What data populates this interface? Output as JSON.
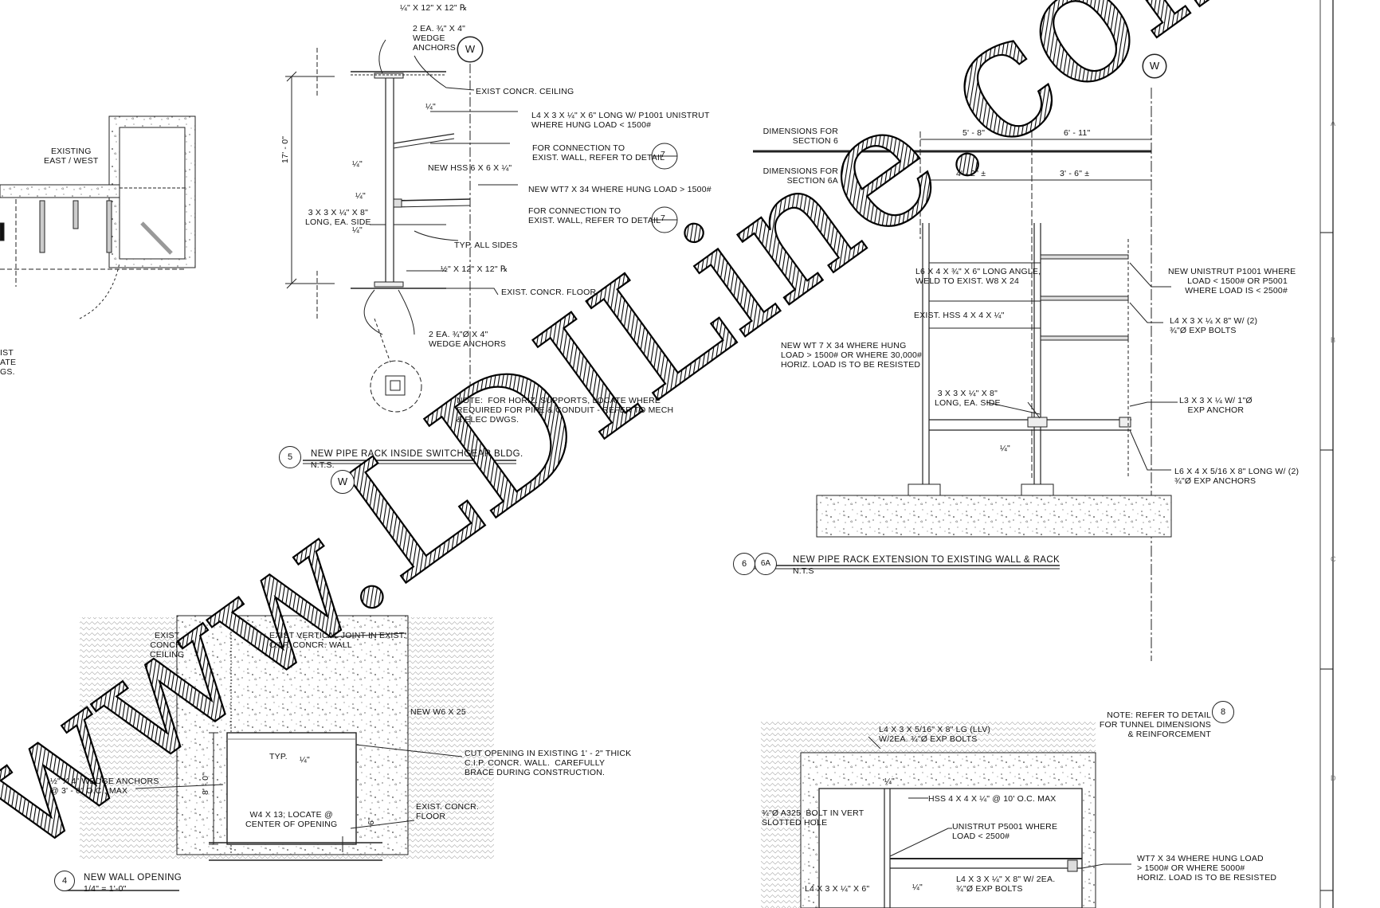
{
  "sheet_side_labels": [
    "A",
    "B",
    "C",
    "D"
  ],
  "detail_5": {
    "title": "NEW PIPE RACK INSIDE SWITCHGEAR BLDG.",
    "scale": "N.T.S.",
    "number": "5",
    "bubble": "W",
    "notes": {
      "top_plate": "¼\" x 12\" x 12\" ℞",
      "wedge_top": "2 ea. ¾\" x 4\"\nWEDGE\nANCHORS",
      "ceiling": "EXIST CONCR. CEILING",
      "l4_angle": "L4 x 3 x ¼\" x 6\" LONG W/ P1001 UNISTRUT\nWHERE HUNG LOAD < 1500#",
      "conn_1": "FOR CONNECTION TO\nEXIST. WALL, REFER TO DETAIL",
      "hss": "NEW HSS 6 x 6 x ¼\"",
      "wt7": "NEW WT7 x 34 WHERE HUNG LOAD > 1500#",
      "conn_2": "FOR CONNECTION TO\nEXIST. WALL, REFER TO DETAIL",
      "angle_side": "3 x 3 x ¼\" x 8\"\nLONG, EA. SIDE",
      "typ_all": "TYP. ALL SIDES",
      "bottom_plate": "½\" x 12\" x 12\" ℞",
      "floor": "EXIST. CONCR. FLOOR",
      "wedge_bottom": "2 ea. ¾\"Ø x 4\"\nWEDGE ANCHORS",
      "height_dim": "17' - 0\"",
      "weld_1": "¼\"",
      "weld_2": "¼\"",
      "weld_3": "¼\"",
      "weld_4": "¼\"",
      "note_horiz": "NOTE:  FOR HORIZ. SUPPORTS, LOCATE WHERE\nREQUIRED FOR PIPE & CONDUIT - REFER TO MECH\n& ELEC DWGS.",
      "detail_ref": "7"
    }
  },
  "left_fragment": {
    "existing": "EXISTING\nEAST / WEST",
    "cut_text": "IST\nATE\nGS."
  },
  "detail_6": {
    "title": "NEW PIPE RACK EXTENSION TO EXISTING WALL & RACK",
    "scale": "N.T.S",
    "number_a": "6",
    "number_b": "6A",
    "bubble": "W",
    "dim_sec6_label": "DIMENSIONS FOR\nSECTION 6",
    "dim_sec6a_label": "DIMENSIONS FOR\nSECTION 6A",
    "dim_6_left": "5' - 8\"",
    "dim_6_right": "6' - 11\"",
    "dim_6a_left": "4' - 2\" ±",
    "dim_6a_right": "3' - 6\" ±",
    "notes": {
      "angle_long": "L6 x 4 x ¾\" x 6\" LONG ANGLE,\nWELD TO EXIST. W8 x 24",
      "exist_hss": "EXIST. HSS 4 x 4 x ¼\"",
      "new_wt7": "NEW WT 7 x 34 WHERE HUNG\nLOAD > 1500# OR WHERE 30,000#\nHORIZ. LOAD IS TO BE RESISTED",
      "angle_side": "3 x 3 x ¼\" x 8\"\nLONG, EA. SIDE",
      "weld": "¼\"",
      "unistrut": "NEW UNISTRUT P1001 WHERE\nLOAD < 1500# OR P5001\nWHERE LOAD IS < 2500#",
      "l4_bolts": "L4 x 3 x ¼ x 8\" w/ (2)\n¾\"ø EXP BOLTS",
      "l3_anchor": "L3 x 3 x ¼ w/ 1\"ø\nEXP ANCHOR",
      "l6_anchors": "L6 x 4 x 5/16 x 8\" LONG w/ (2)\n¾\"ø EXP ANCHORS"
    }
  },
  "detail_4": {
    "title": "NEW WALL OPENING",
    "scale": "1/4\" = 1'-0\"",
    "number": "4",
    "notes": {
      "ceiling": "EXIST\nCONCR.\nCEILING",
      "joint": "EXIST VERTICAL JOINT IN EXIST.\nC.I.P. CONCR. WALL",
      "w6": "NEW W6 x 25",
      "typ": "TYP.",
      "weld": "¼\"",
      "cut_opening": "CUT OPENING IN EXISTING 1' - 2\" THICK\nC.I.P. CONCR. WALL.  CAREFULLY\nBRACE DURING CONSTRUCTION.",
      "wedge": "½\" x 4\" WEDGE ANCHORS\n@ 3' - 0\" O.C., MAX",
      "height": "8' - 0\"",
      "w4": "W4 x 13; LOCATE @\nCENTER OF OPENING",
      "floor": "EXIST. CONCR.\nFLOOR",
      "small_dim": "6\""
    }
  },
  "detail_8": {
    "note_ref": "NOTE: REFER TO DETAIL\nFOR TUNNEL DIMENSIONS\n& REINFORCEMENT",
    "ref_number": "8",
    "notes": {
      "l4_lg": "L4 x 3 x 5/16\" x 8\" LG (LLV)\nw/2ea. ¾\"ø EXP BOLTS",
      "hss": "HSS 4 x 4 x ¼\" @ 10' O.C. MAX",
      "a325": "¾\"ø A325  BOLT IN VERT\nSLOTTED HOLE",
      "unistrut": "UNISTRUT P5001 WHERE\nLOAD < 2500#",
      "wt7": "WT7 x 34 WHERE HUNG LOAD\n> 1500# OR WHERE 5000#\nHORIZ. LOAD IS TO BE RESISTED",
      "l4_bolts": "L4 x 3 x ¼\" x 8\" w/ 2ea.\n¾\"ø EXP BOLTS",
      "l4_short": "L4 x 3 x ¼\" x 6\"",
      "weld_a": "¼\"",
      "weld_b": "¼\""
    }
  },
  "watermark": "www.LDILine.com"
}
